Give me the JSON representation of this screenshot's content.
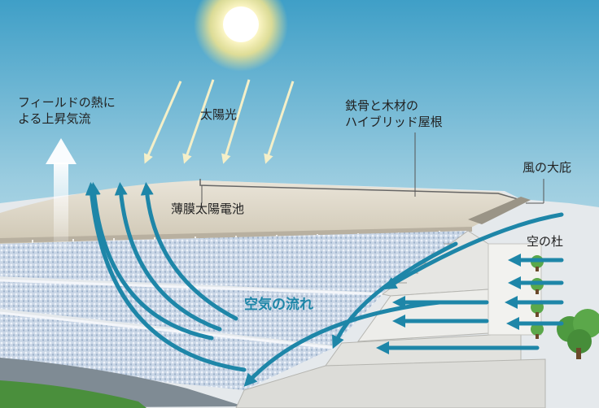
{
  "labels": {
    "field_heat_line1": "フィールドの熱に",
    "field_heat_line2": "よる上昇気流",
    "sunlight": "太陽光",
    "roof_line1": "鉄骨と木材の",
    "roof_line2": "ハイブリッド屋根",
    "wind_eave": "風の大庇",
    "solar_cells": "薄膜太陽電池",
    "sky_grove": "空の杜",
    "air_flow": "空気の流れ"
  },
  "colors": {
    "sky_top": "#3f9fc7",
    "sky_bottom": "#e6f1f4",
    "roof": "#ddd6c6",
    "arrow_teal": "#1e86a8",
    "field_green": "#4a8f3c",
    "tree_green": "#5ba84a"
  },
  "icons": [
    "sun-icon",
    "sunlight-ray-icon",
    "updraft-arrow-icon",
    "airflow-arrow-icon",
    "tree-icon"
  ]
}
